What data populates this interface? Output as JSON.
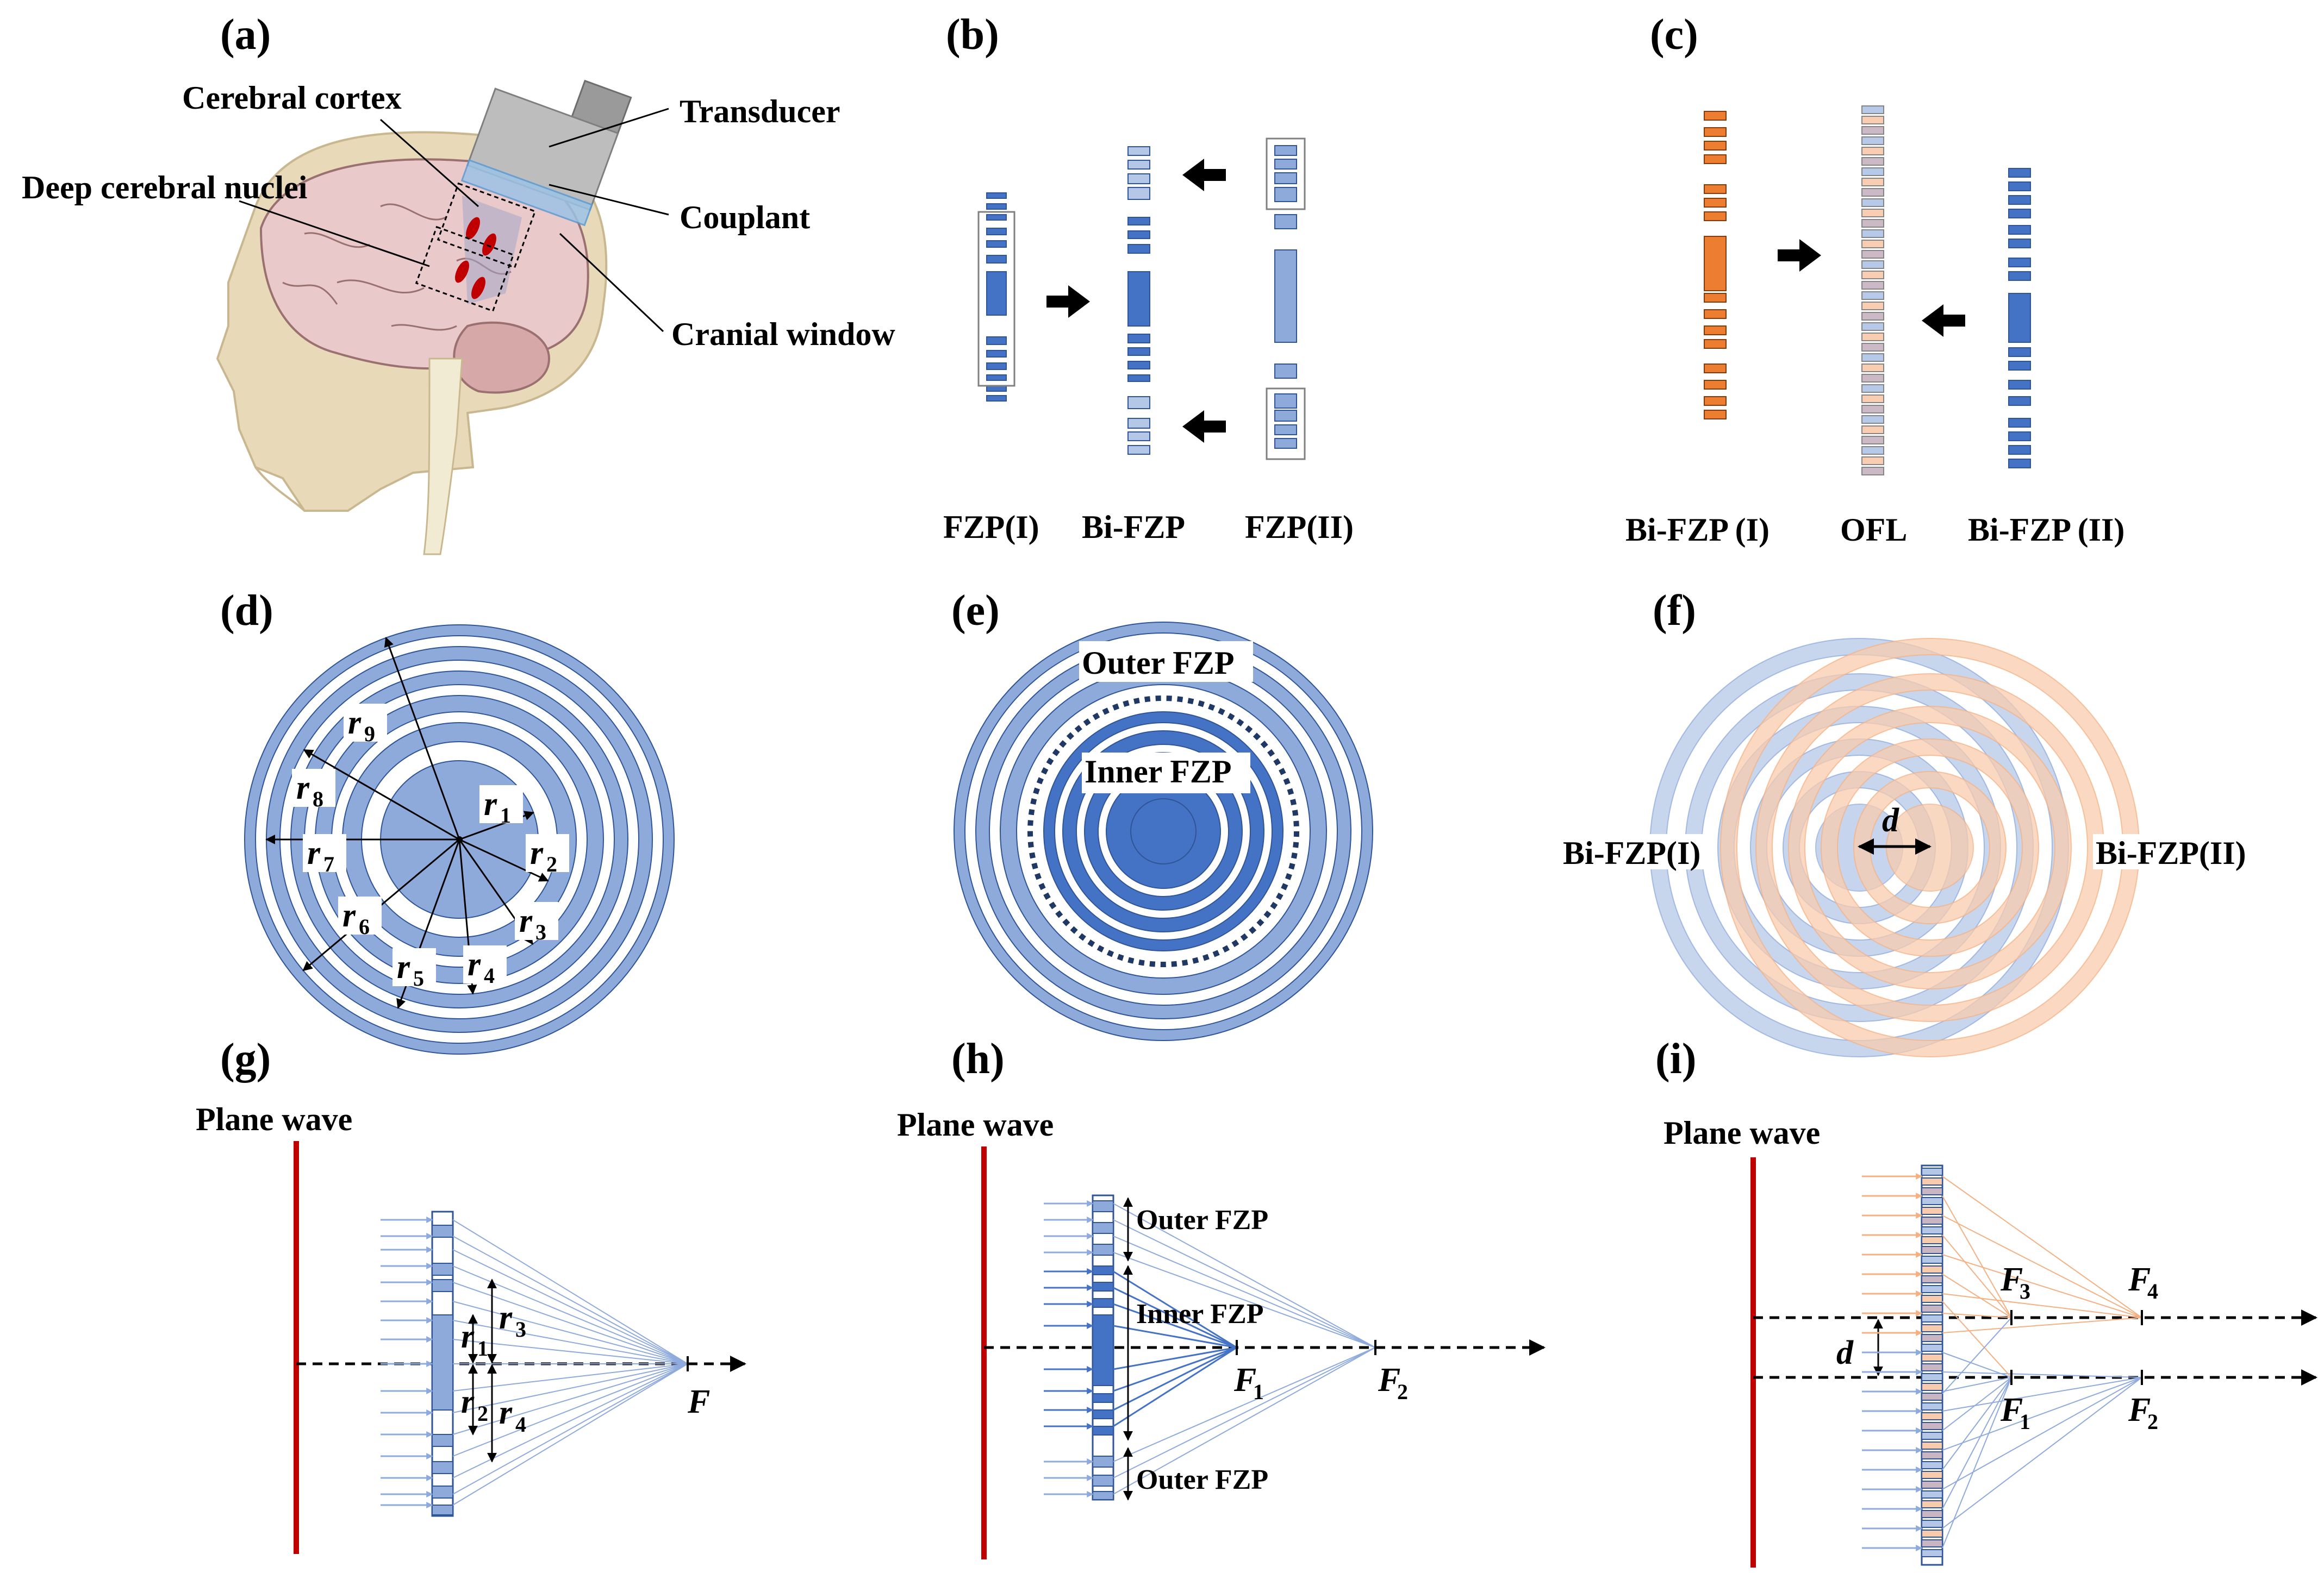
{
  "panels": {
    "a": "(a)",
    "b": "(b)",
    "c": "(c)",
    "d": "(d)",
    "e": "(e)",
    "f": "(f)",
    "g": "(g)",
    "h": "(h)",
    "i": "(i)"
  },
  "panel_a": {
    "cerebral_cortex": "Cerebral cortex",
    "deep_nuclei": "Deep cerebral nuclei",
    "transducer": "Transducer",
    "couplant": "Couplant",
    "cranial_window": "Cranial window"
  },
  "panel_b": {
    "fzp1": "FZP(I)",
    "bifzp": "Bi-FZP",
    "fzp2": "FZP(II)"
  },
  "panel_c": {
    "bifzp1": "Bi-FZP (I)",
    "ofl": "OFL",
    "bifzp2": "Bi-FZP (II)"
  },
  "panel_d": {
    "radii": [
      {
        "sym": "r",
        "sub": "1"
      },
      {
        "sym": "r",
        "sub": "2"
      },
      {
        "sym": "r",
        "sub": "3"
      },
      {
        "sym": "r",
        "sub": "4"
      },
      {
        "sym": "r",
        "sub": "5"
      },
      {
        "sym": "r",
        "sub": "6"
      },
      {
        "sym": "r",
        "sub": "7"
      },
      {
        "sym": "r",
        "sub": "8"
      },
      {
        "sym": "r",
        "sub": "9"
      }
    ]
  },
  "panel_e": {
    "outer": "Outer FZP",
    "inner": "Inner FZP"
  },
  "panel_f": {
    "left": "Bi-FZP(I)",
    "right": "Bi-FZP(II)",
    "d": "d"
  },
  "panel_g": {
    "plane_wave": "Plane wave",
    "focus": "F",
    "r1_sym": "r",
    "r1_sub": "1",
    "r2_sym": "r",
    "r2_sub": "2",
    "r3_sym": "r",
    "r3_sub": "3",
    "r4_sym": "r",
    "r4_sub": "4"
  },
  "panel_h": {
    "plane_wave": "Plane wave",
    "outer_top": "Outer FZP",
    "inner": "Inner FZP",
    "outer_bottom": "Outer FZP",
    "f1_sym": "F",
    "f1_sub": "1",
    "f2_sym": "F",
    "f2_sub": "2"
  },
  "panel_i": {
    "plane_wave": "Plane wave",
    "d": "d",
    "f1_sym": "F",
    "f1_sub": "1",
    "f2_sym": "F",
    "f2_sub": "2",
    "f3_sym": "F",
    "f3_sub": "3",
    "f4_sym": "F",
    "f4_sub": "4"
  },
  "colors": {
    "fzp_blue": "#8eaadb",
    "fzp_dark_blue": "#4472c4",
    "fzp_light_blue": "#b4c7e7",
    "orange": "#ed7d31",
    "light_orange": "#f8cbad",
    "plane_wave_red": "#c00000",
    "ray_blue": "#8faadc",
    "ray_orange": "#f4b183",
    "skull": "#e8d9b8",
    "brain": "#e8c8c8"
  }
}
